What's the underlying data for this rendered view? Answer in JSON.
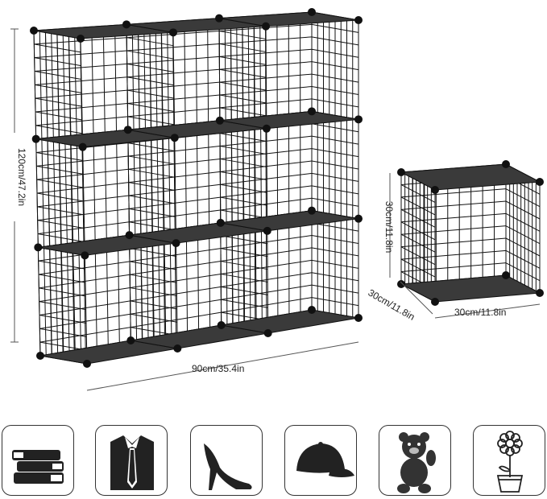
{
  "dimensions": {
    "height": "120cm/47.2in",
    "width": "90cm/35.4in",
    "cube_height": "30cm/11.8in",
    "cube_depth": "30cm/11.8in",
    "cube_width": "30cm/11.8in"
  },
  "colors": {
    "shelf": "#3a3a3a",
    "wire": "#111111"
  },
  "usage_icons": [
    "books-icon",
    "shirt-tie-icon",
    "high-heel-icon",
    "cap-icon",
    "teddy-bear-icon",
    "flower-pot-icon"
  ]
}
